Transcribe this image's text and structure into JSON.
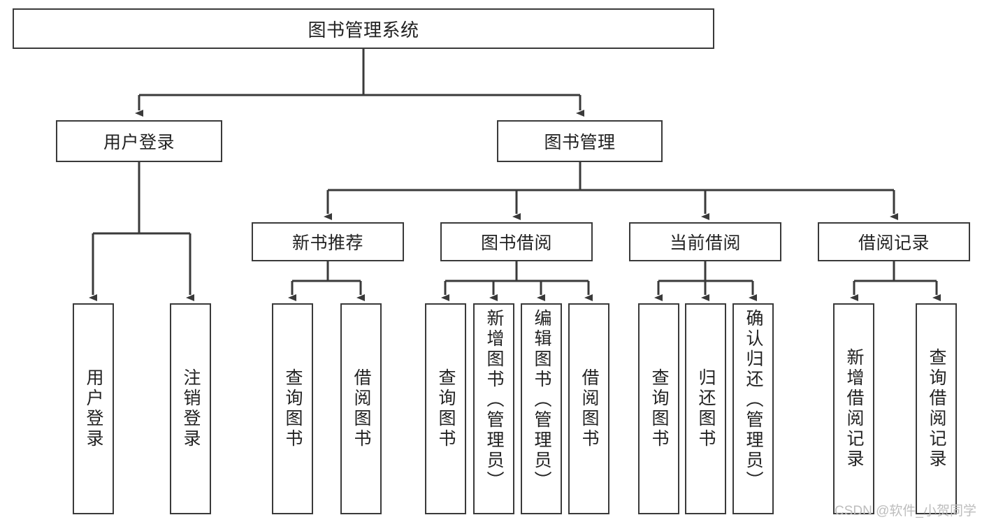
{
  "diagram": {
    "title": "图书管理系统",
    "type": "tree-hierarchy-diagram",
    "colors": {
      "box_border": "#3a3a3a",
      "box_fill": "#ffffff",
      "edge": "#3a3a3a",
      "text": "#222222",
      "watermark": "#bdbdbd",
      "background": "#ffffff"
    },
    "root": {
      "label": "图书管理系统"
    },
    "level2": [
      {
        "label": "用户登录"
      },
      {
        "label": "图书管理"
      }
    ],
    "level3": [
      {
        "label": "新书推荐"
      },
      {
        "label": "图书借阅"
      },
      {
        "label": "当前借阅"
      },
      {
        "label": "借阅记录"
      }
    ],
    "leaves": {
      "user_login": [
        {
          "label": "用户登录"
        },
        {
          "label": "注销登录"
        }
      ],
      "new_book_recommend": [
        {
          "label": "查询图书"
        },
        {
          "label": "借阅图书"
        }
      ],
      "book_borrow": [
        {
          "label": "查询图书"
        },
        {
          "label": "新增图书（管理员）"
        },
        {
          "label": "编辑图书（管理员）"
        },
        {
          "label": "借阅图书"
        }
      ],
      "current_borrow": [
        {
          "label": "查询图书"
        },
        {
          "label": "归还图书"
        },
        {
          "label": "确认归还（管理员）"
        }
      ],
      "borrow_record": [
        {
          "label": "新增借阅记录"
        },
        {
          "label": "查询借阅记录"
        }
      ]
    }
  },
  "watermark": {
    "text": "CSDN @软件_小贺同学"
  }
}
